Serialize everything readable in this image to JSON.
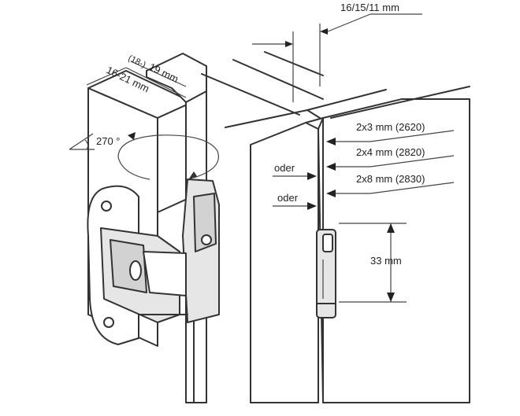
{
  "labels": {
    "thickness_top": "16/15/11 mm",
    "gap_2620": "2x3 mm (2620)",
    "gap_2820": "2x4 mm (2820)",
    "gap_2830": "2x8 mm (2830)",
    "oder_1": "oder",
    "oder_2": "oder",
    "height_33": "33 mm",
    "angle": "270 °",
    "frame_19": "19 mm",
    "frame_19_prefix": "(18-)",
    "door_16_21": "16-21 mm"
  },
  "colors": {
    "line": "#333333",
    "shade_light": "#e6e6e6",
    "shade_dark": "#d2d2d2"
  }
}
